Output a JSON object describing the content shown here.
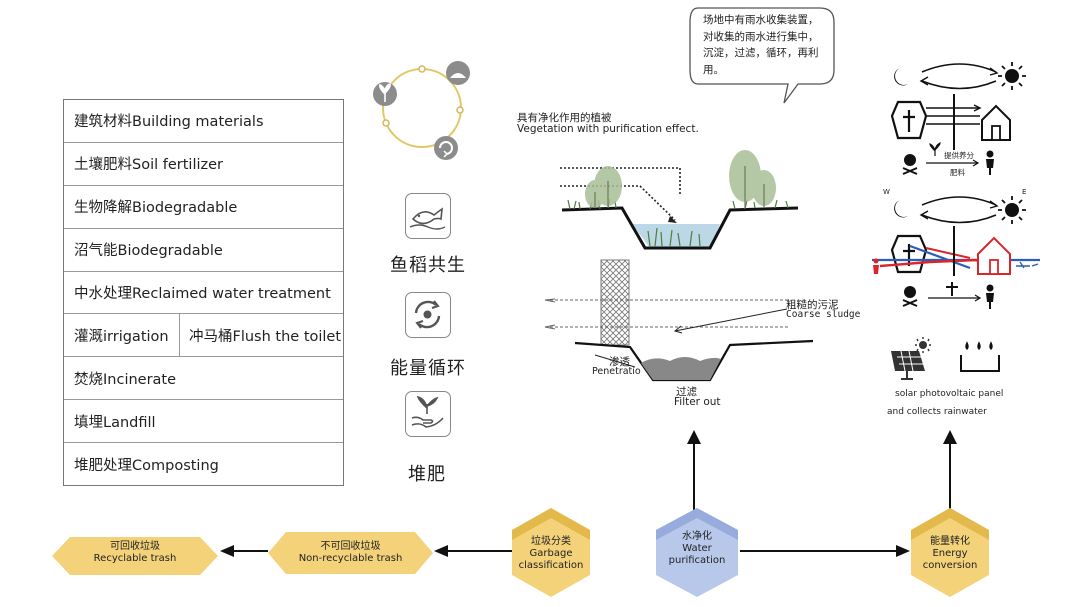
{
  "table": {
    "rows": [
      {
        "text": "建筑材料Building materials"
      },
      {
        "text": "土壤肥料Soil fertilizer"
      },
      {
        "text": "生物降解Biodegradable"
      },
      {
        "text": "沼气能Biodegradable"
      },
      {
        "text": "中水处理Reclaimed water treatment"
      },
      {
        "left": "灌溉irrigation",
        "right": "冲马桶Flush the toilet"
      },
      {
        "text": "焚烧Incinerate"
      },
      {
        "text": "填埋Landfill"
      },
      {
        "text": "堆肥处理Composting"
      }
    ]
  },
  "icons": {
    "fish_label": "鱼稻共生",
    "cycle_label": "能量循环",
    "compost_label": "堆肥"
  },
  "section": {
    "vegetation_cn": "具有净化作用的植被",
    "vegetation_en": "Vegetation with purification effect.",
    "bubble": "场地中有雨水收集装置，对收集的雨水进行集中，沉淀，过滤，循环，再利用。",
    "sludge_cn": "粗糙的污泥",
    "sludge_en": "Coarse sludge",
    "penetrate_cn": "渗透",
    "penetrate_en": "Penetratio",
    "filter_cn": "过滤",
    "filter_en": "Filter out"
  },
  "energy": {
    "west": "W",
    "east": "E",
    "fertilizer_top": "提供养分",
    "fertilizer_bottom": "肥料",
    "solar": "solar photovoltaic panel",
    "rain": "and collects rainwater"
  },
  "hexes": {
    "recyclable_cn": "可回收垃圾",
    "recyclable_en": "Recyclable trash",
    "nonrecyclable_cn": "不可回收垃圾",
    "nonrecyclable_en": "Non-recyclable trash",
    "garbage_cn": "垃圾分类",
    "garbage_en1": "Garbage",
    "garbage_en2": "classification",
    "water_cn": "水净化",
    "water_en1": "Water",
    "water_en2": "purification",
    "energy_cn": "能量转化",
    "energy_en1": "Energy",
    "energy_en2": "conversion"
  },
  "colors": {
    "hex_gold": "#f3d27a",
    "hex_gold_dark": "#e2b94a",
    "hex_blue": "#b7c8ea",
    "accent_red": "#d9262b",
    "accent_blue": "#2d5db8",
    "water": "#bcd8e6"
  }
}
